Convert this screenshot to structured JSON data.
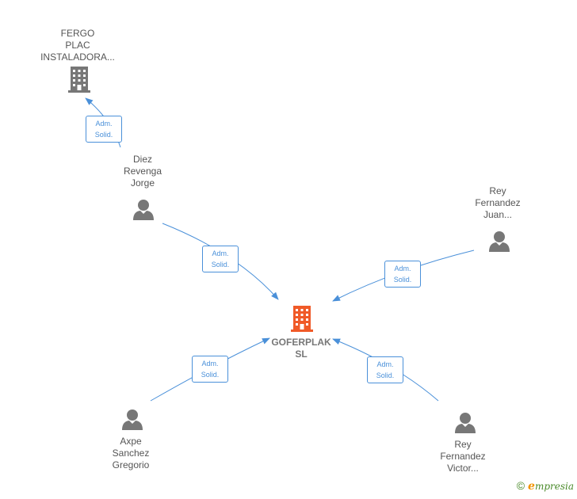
{
  "colors": {
    "edge": "#4a90d9",
    "person": "#777777",
    "company": "#777777",
    "center_company": "#f05a28"
  },
  "center": {
    "line1": "GOFERPLAK",
    "line2": "SL"
  },
  "nodes": {
    "fergo": {
      "line1": "FERGO",
      "line2": "PLAC",
      "line3": "INSTALADORA..."
    },
    "diez": {
      "line1": "Diez",
      "line2": "Revenga",
      "line3": "Jorge"
    },
    "rey_juan": {
      "line1": "Rey",
      "line2": "Fernandez",
      "line3": "Juan..."
    },
    "axpe": {
      "line1": "Axpe",
      "line2": "Sanchez",
      "line3": "Gregorio"
    },
    "rey_victor": {
      "line1": "Rey",
      "line2": "Fernandez",
      "line3": "Victor..."
    }
  },
  "edges": {
    "diez_fergo": {
      "line1": "Adm.",
      "line2": "Solid."
    },
    "diez_center": {
      "line1": "Adm.",
      "line2": "Solid."
    },
    "reyjuan_center": {
      "line1": "Adm.",
      "line2": "Solid."
    },
    "axpe_center": {
      "line1": "Adm.",
      "line2": "Solid."
    },
    "reyvictor_center": {
      "line1": "Adm.",
      "line2": "Solid."
    }
  },
  "footer": {
    "copyright": "©",
    "brand_e": "e",
    "brand_rest": "mpresia"
  }
}
